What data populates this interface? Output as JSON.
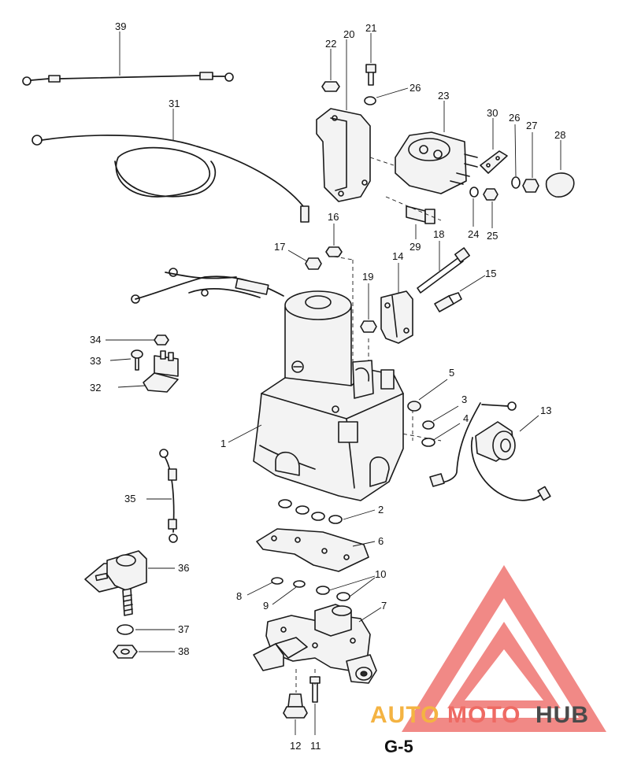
{
  "page": {
    "label": "G-5"
  },
  "watermark": {
    "text_auto": "AUTO",
    "text_moto": "MOTO",
    "text_hub": "HUB",
    "color_triangle": "#e8615f",
    "color_auto": "#f4b342",
    "color_moto": "#ee6a63",
    "color_hub": "#4a4a4a"
  },
  "callouts": {
    "c1": "1",
    "c2": "2",
    "c3": "3",
    "c4": "4",
    "c5": "5",
    "c6": "6",
    "c7": "7",
    "c8": "8",
    "c9": "9",
    "c10": "10",
    "c11": "11",
    "c12": "12",
    "c13": "13",
    "c14": "14",
    "c15": "15",
    "c16": "16",
    "c17": "17",
    "c18": "18",
    "c19": "19",
    "c20": "20",
    "c21": "21",
    "c22": "22",
    "c23": "23",
    "c24": "24",
    "c25": "25",
    "c26a": "26",
    "c26b": "26",
    "c27": "27",
    "c28": "28",
    "c29": "29",
    "c30": "30",
    "c31": "31",
    "c32": "32",
    "c33": "33",
    "c34": "34",
    "c35": "35",
    "c36": "36",
    "c37": "37",
    "c38": "38",
    "c39": "39"
  }
}
